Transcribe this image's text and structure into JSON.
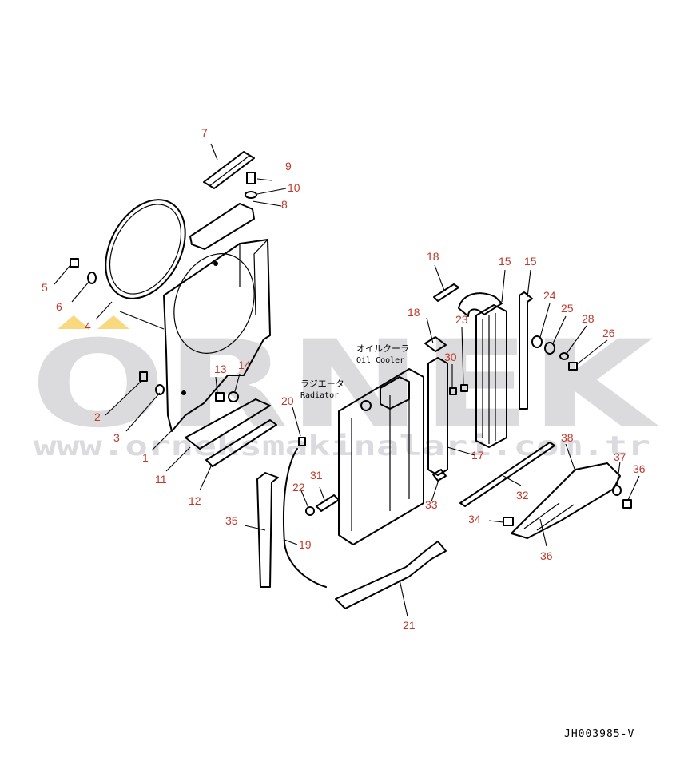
{
  "watermark": {
    "brand": "ORNEK",
    "url": "www.orneksmakinalari.com.tr",
    "accent_color": "#f2b400"
  },
  "labels": {
    "oil_cooler_jp": "オイルクーラ",
    "oil_cooler_en": "Oil Cooler",
    "radiator_jp": "ラジエータ",
    "radiator_en": "Radiator"
  },
  "document_code": "JH003985-V",
  "callouts": [
    "1",
    "2",
    "3",
    "4",
    "5",
    "6",
    "7",
    "8",
    "9",
    "10",
    "11",
    "12",
    "13",
    "14",
    "15",
    "15",
    "17",
    "18",
    "18",
    "19",
    "20",
    "21",
    "22",
    "23",
    "24",
    "25",
    "26",
    "28",
    "30",
    "31",
    "32",
    "33",
    "34",
    "35",
    "36",
    "36",
    "37",
    "38"
  ],
  "colors": {
    "callout": "#c0392b",
    "line": "#000000"
  }
}
